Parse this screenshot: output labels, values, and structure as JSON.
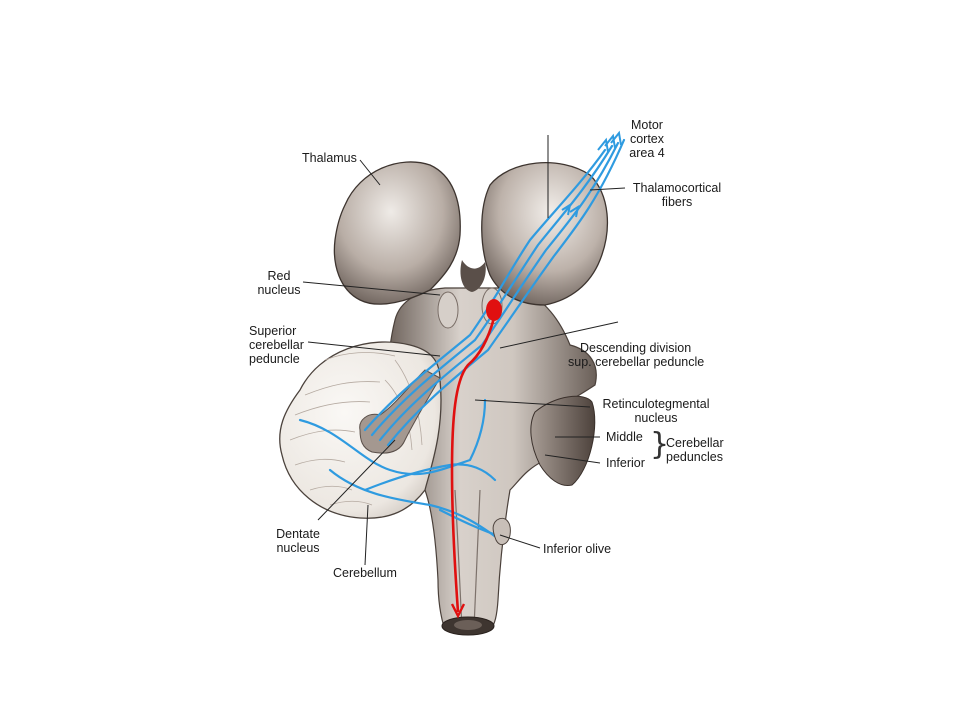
{
  "diagram": {
    "labels": {
      "motor_cortex": [
        "Motor",
        "cortex",
        "area 4"
      ],
      "thalamocortical": [
        "Thalamocortical",
        "fibers"
      ],
      "thalamus": "Thalamus",
      "red_nucleus": [
        "Red",
        "nucleus"
      ],
      "superior_peduncle": [
        "Superior",
        "cerebellar",
        "peduncle"
      ],
      "descending_division": [
        "Descending division",
        "sup. cerebellar peduncle"
      ],
      "retinculotegmental": [
        "Retinculotegmental",
        "nucleus"
      ],
      "middle": "Middle",
      "inferior": "Inferior",
      "cerebellar_peduncles": [
        "Cerebellar",
        "peduncles"
      ],
      "dentate": [
        "Dentate",
        "nucleus"
      ],
      "cerebellum": "Cerebellum",
      "inferior_olive": "Inferior olive"
    },
    "colors": {
      "fiber": "#2f9be0",
      "pathway": "#e01010",
      "tissue": "#8a7f78",
      "tissue_light": "#e9e4df",
      "leader": "#222222"
    }
  }
}
